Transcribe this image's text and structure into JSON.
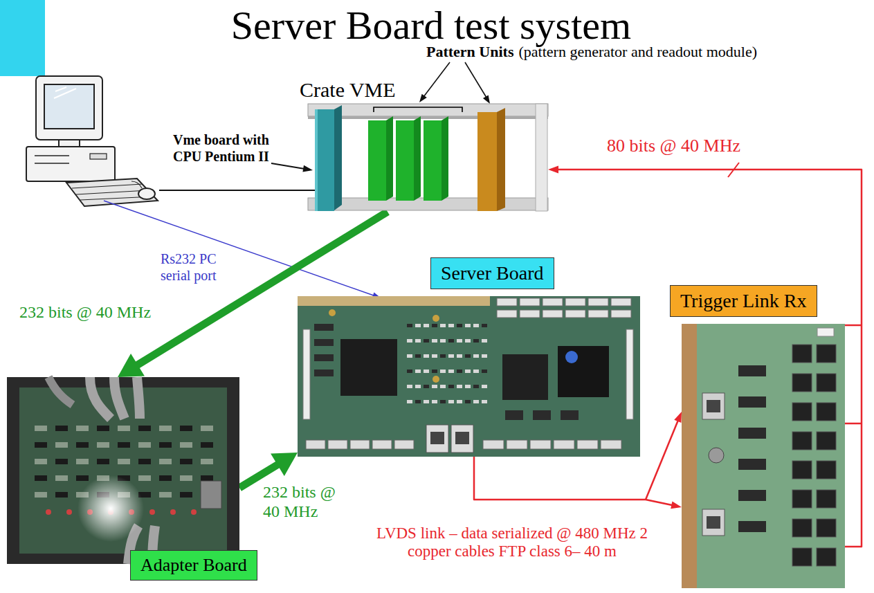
{
  "diagram": {
    "title": "Server Board test system",
    "nodes": [
      {
        "text": [
          "Crate VME"
        ]
      },
      {
        "text": [
          "Server Board"
        ]
      },
      {
        "text": [
          "Adapter Board"
        ]
      },
      {
        "text": [
          "Trigger Link Rx"
        ]
      }
    ],
    "edges": [
      {
        "from": 0,
        "to": 2,
        "label": "232 bits @ 40 MHz",
        "arrow": "to"
      },
      {
        "from": 2,
        "to": 1,
        "label": "232 bits @ 40 MHz",
        "arrow": "to"
      },
      {
        "from": 1,
        "to": 3,
        "label": "LVDS link – data serialized @ 480 MHz 2 copper cables FTP class 6– 40 m",
        "arrow": "to"
      },
      {
        "from": 3,
        "to": 0,
        "label": "80 bits @ 40 MHz",
        "arrow": "to"
      }
    ],
    "labels": [
      "Pattern Units",
      "(pattern generator and readout module)",
      "Vme board with CPU Pentium II",
      "Rs232 PC serial port"
    ]
  }
}
